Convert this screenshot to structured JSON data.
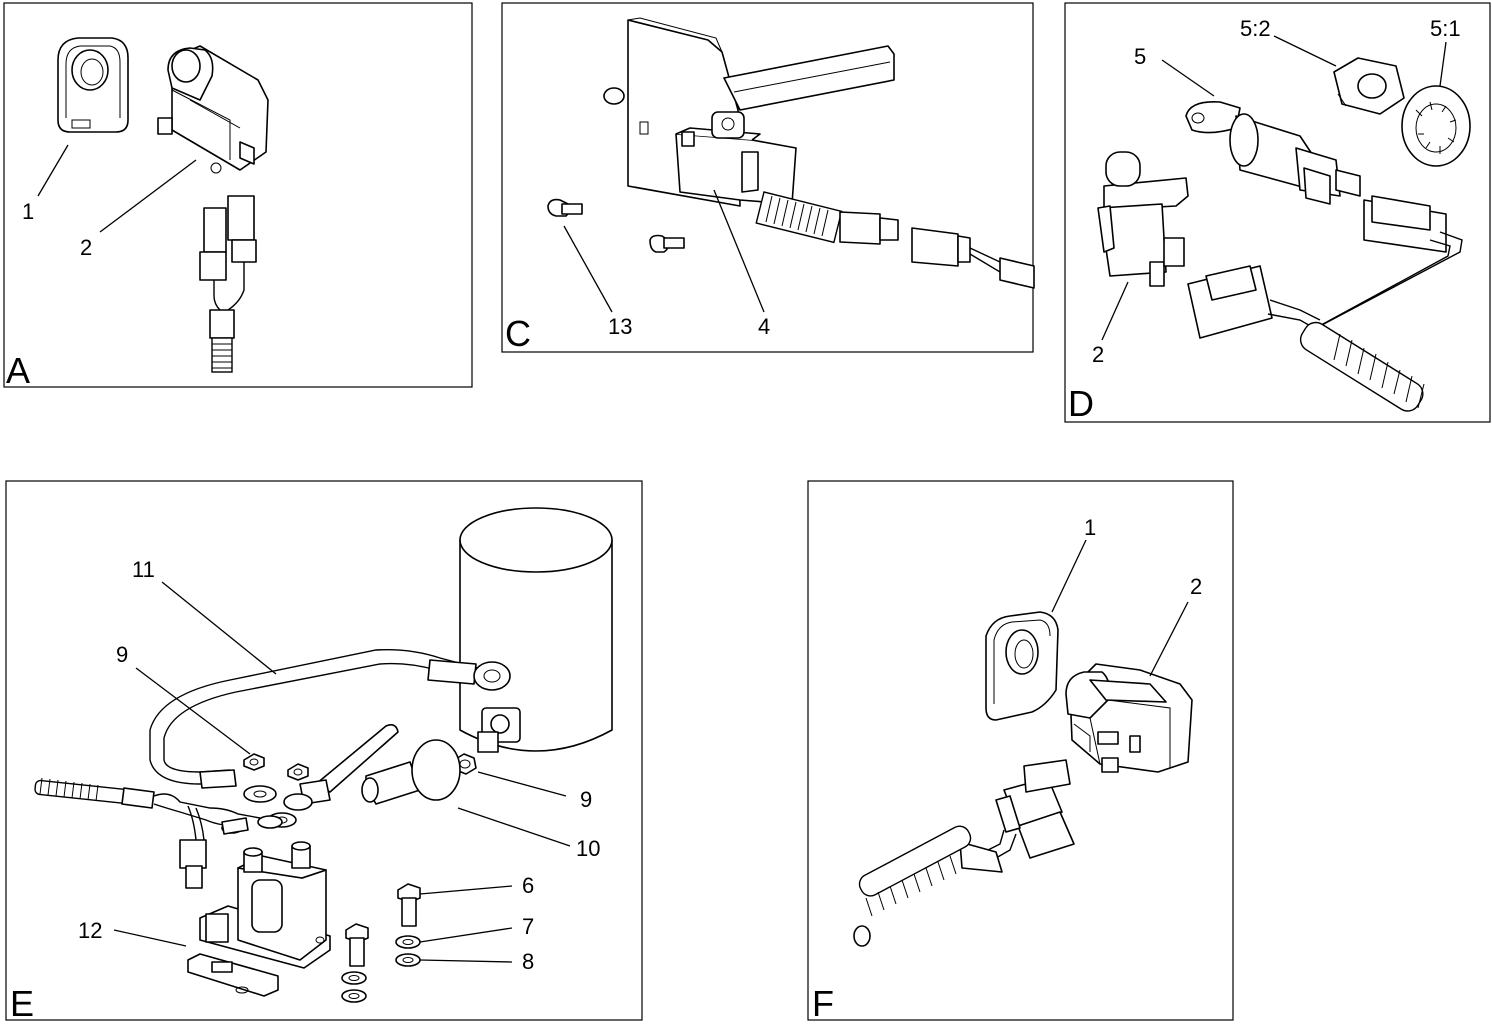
{
  "panels": {
    "A": {
      "letter": "A",
      "callouts": {
        "c1": "1",
        "c2": "2"
      }
    },
    "C": {
      "letter": "C",
      "callouts": {
        "c13": "13",
        "c4": "4"
      }
    },
    "D": {
      "letter": "D",
      "callouts": {
        "c5": "5",
        "c52": "5:2",
        "c51": "5:1",
        "c2": "2"
      }
    },
    "E": {
      "letter": "E",
      "callouts": {
        "c11": "11",
        "c9a": "9",
        "c9b": "9",
        "c10": "10",
        "c6": "6",
        "c7": "7",
        "c8": "8",
        "c12": "12"
      }
    },
    "F": {
      "letter": "F",
      "callouts": {
        "c1": "1",
        "c2": "2"
      }
    }
  }
}
